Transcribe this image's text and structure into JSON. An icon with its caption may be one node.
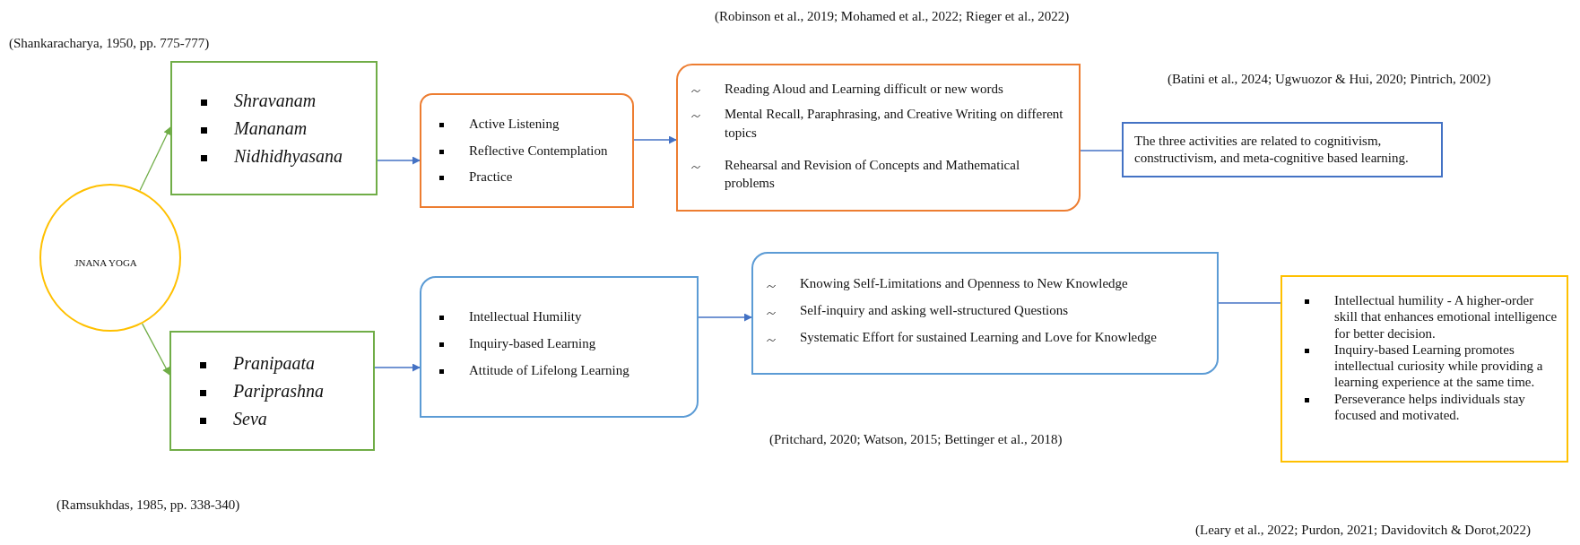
{
  "diagram": {
    "nodes": [
      {
        "text": [
          "JNANA YOGA"
        ]
      },
      {
        "text": [
          "Shravanam",
          "Mananam",
          "Nidhidhyasana"
        ]
      },
      {
        "text": [
          "Active Listening",
          "Reflective Contemplation",
          "Practice"
        ]
      },
      {
        "text": [
          "Reading Aloud and Learning difficult or new words",
          "Mental Recall, Paraphrasing, and Creative Writing on different topics",
          "Rehearsal and Revision of Concepts and Mathematical problems"
        ]
      },
      {
        "text": [
          "The three activities are related to cognitivism, constructivism, and meta-cognitive based learning."
        ]
      },
      {
        "text": [
          "Pranipaata",
          "Pariprashna",
          "Seva"
        ]
      },
      {
        "text": [
          "Intellectual Humility",
          "Inquiry-based Learning",
          "Attitude of Lifelong Learning"
        ]
      },
      {
        "text": [
          "Knowing Self-Limitations and Openness to New Knowledge",
          "Self-inquiry and asking well-structured Questions",
          "Systematic Effort for sustained Learning and Love for Knowledge"
        ]
      },
      {
        "text": [
          "Intellectual humility - A higher-order skill that enhances emotional intelligence for better decision.",
          "Inquiry-based Learning promotes intellectual curiosity while providing a learning experience at the same time.",
          "Perseverance helps individuals stay focused and motivated."
        ]
      }
    ],
    "edges": [
      {
        "from": 0,
        "to": 1,
        "arrow": "to",
        "color": "#70ad47"
      },
      {
        "from": 0,
        "to": 5,
        "arrow": "to",
        "color": "#70ad47"
      },
      {
        "from": 1,
        "to": 2,
        "arrow": "to"
      },
      {
        "from": 2,
        "to": 3,
        "arrow": "to"
      },
      {
        "from": 3,
        "to": 4,
        "arrow": "none"
      },
      {
        "from": 5,
        "to": 6,
        "arrow": "to"
      },
      {
        "from": 6,
        "to": 7,
        "arrow": "to"
      },
      {
        "from": 7,
        "to": 8,
        "arrow": "none"
      }
    ],
    "labels": [
      "(Robinson et al., 2019; Mohamed et al., 2022; Rieger et al., 2022)",
      "(Shankaracharya, 1950, pp. 775-777)",
      "(Batini et al., 2024; Ugwuozor & Hui, 2020; Pintrich, 2002)",
      "(Pritchard, 2020; Watson, 2015; Bettinger et al., 2018)",
      "(Ramsukhdas, 1985, pp. 338-340)",
      "(Leary et al., 2022; Purdon, 2021; Davidovitch & Dorot,2022)"
    ]
  }
}
